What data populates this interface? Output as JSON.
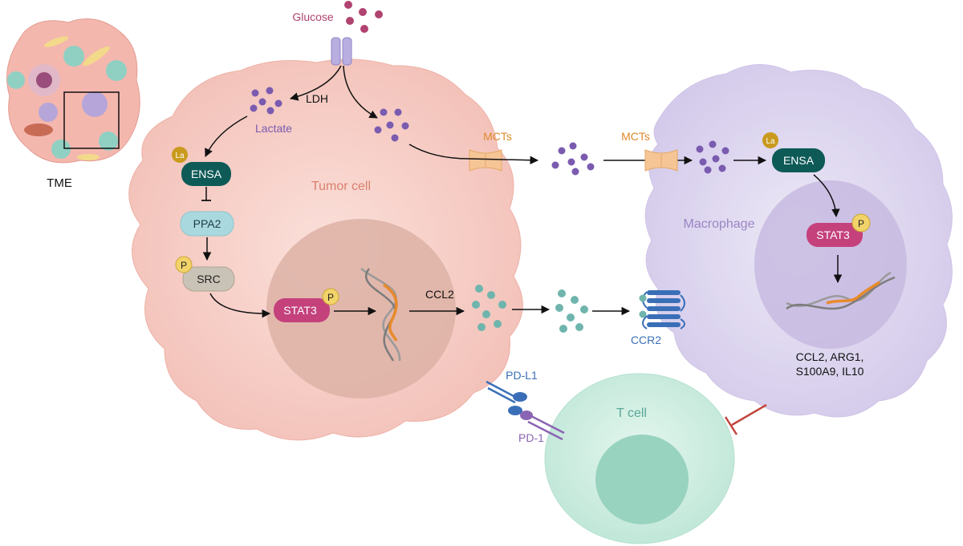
{
  "labels": {
    "glucose": "Glucose",
    "ldh": "LDH",
    "lactate": "Lactate",
    "mcts_left": "MCTs",
    "mcts_right": "MCTs",
    "tme": "TME",
    "tumor_cell": "Tumor cell",
    "macrophage": "Macrophage",
    "t_cell": "T cell",
    "ensa_tumor": "ENSA",
    "ensa_macro": "ENSA",
    "la_tumor": "La",
    "la_macro": "La",
    "ppa2": "PPA2",
    "src": "SRC",
    "p_src": "P",
    "stat3_tumor": "STAT3",
    "p_stat3_tumor": "P",
    "stat3_macro": "STAT3",
    "p_stat3_macro": "P",
    "ccl2": "CCL2",
    "ccr2": "CCR2",
    "pd_l1": "PD-L1",
    "pd_1": "PD-1",
    "output_line1": "CCL2, ARG1,",
    "output_line2": "S100A9, IL10"
  },
  "colors": {
    "tumor_fill": "#f7cdc6",
    "tumor_nucleus": "#ddb4a8",
    "macro_fill": "#ddd6ee",
    "macro_nucleus": "#cbbfe2",
    "tcell_fill": "#cfeee2",
    "tcell_nucleus": "#9fd6c3",
    "glucose": "#b0436f",
    "lactate": "#7a5bb0",
    "ccl2_dot": "#6fb5ad",
    "ensa": "#0e5a57",
    "ppa2": "#a9d9df",
    "src": "#c9c2b6",
    "stat3": "#c4417c",
    "phospho": "#f2d36a",
    "la_badge": "#c99a1d",
    "mct": "#f6c596",
    "ccr2": "#3a6fb8",
    "pdl1": "#3a6fb8",
    "pd1": "#8a65b3",
    "inhibit": "#c2463c",
    "tumor_label": "#d9806e",
    "macro_label": "#9a86c4",
    "tcell_label": "#5aa796",
    "mct_label": "#e08a2c",
    "lactate_label": "#7a5bb0",
    "glucose_label": "#b0436f",
    "ccr2_label": "#3a6fb8"
  }
}
